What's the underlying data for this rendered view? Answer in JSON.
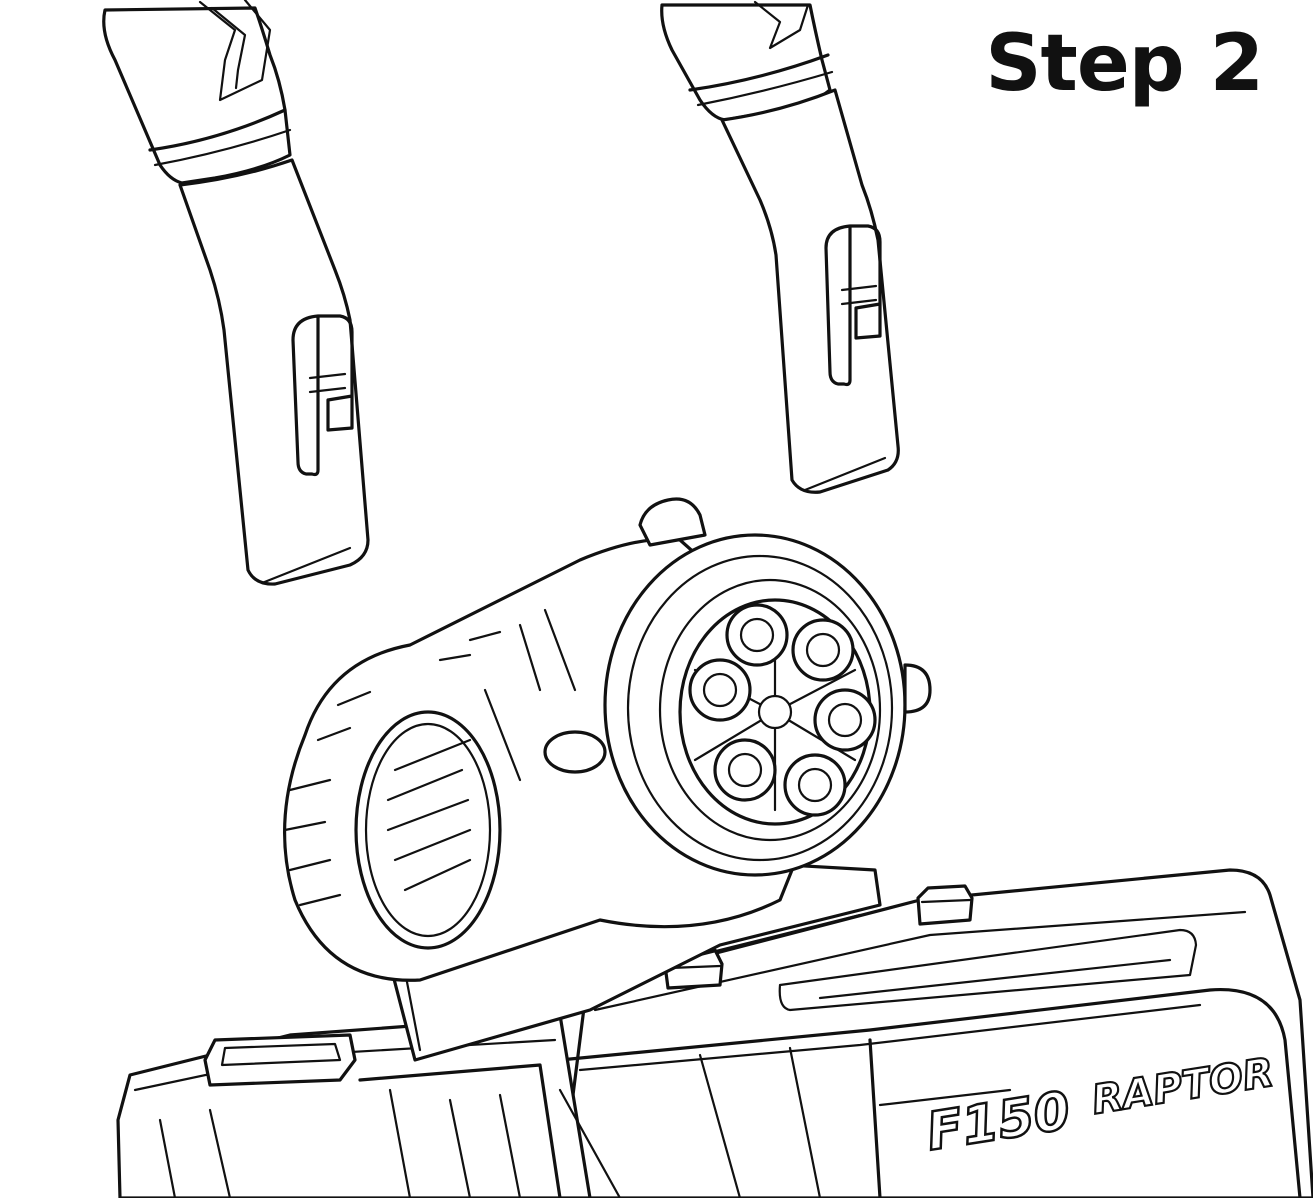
{
  "step": {
    "label": "Step 2"
  },
  "vehicle": {
    "badge_model": "F150",
    "badge_name": "RAPTOR"
  },
  "colors": {
    "line": "#111111",
    "background": "#ffffff"
  }
}
